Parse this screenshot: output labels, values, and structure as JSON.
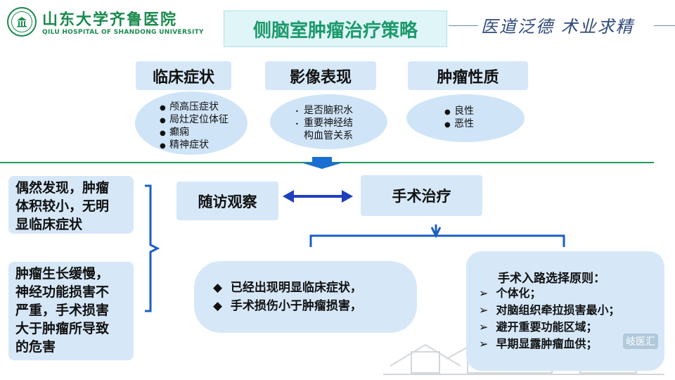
{
  "header": {
    "logo_name": "山东大学齐鲁医院",
    "logo_english": "QILU HOSPITAL OF SHANDONG UNIVERSITY",
    "title": "侧脑室肿瘤治疗策略",
    "motto": "医道泛德 术业求精"
  },
  "categories": [
    {
      "label": "临床症状",
      "items": [
        "颅高压症状",
        "局灶定位体征",
        "癫痫",
        "精神症状"
      ]
    },
    {
      "label": "影像表现",
      "items": [
        "是否脑积水",
        "重要神经结",
        "构血管关系"
      ]
    },
    {
      "label": "肿瘤性质",
      "items": [
        "良性",
        "恶性"
      ]
    }
  ],
  "left_conditions": [
    [
      "偶然发现，肿瘤",
      "体积较小，无明",
      "显临床症状"
    ],
    [
      "肿瘤生长缓慢，",
      "神经功能损害不",
      "严重，手术损害",
      "大于肿瘤所导致",
      "的危害"
    ]
  ],
  "options": {
    "follow_up": "随访观察",
    "surgery": "手术治疗"
  },
  "surgery_indications": [
    "已经出现明显临床症状，",
    "手术损伤小于肿瘤损害，"
  ],
  "approach": {
    "title": "手术入路选择原则：",
    "items": [
      "个体化；",
      "对脑组织牵拉损害最小；",
      "避开重要功能区域；",
      "早期显露肿瘤血供；"
    ]
  },
  "watermark": "岐医汇",
  "colors": {
    "box_fill": "#d6e8f8",
    "green": "#1f9c5a",
    "arrow_blue": "#1f3fbf",
    "bracket_blue": "#1a5fc2",
    "title_green": "#1b9a6a"
  }
}
